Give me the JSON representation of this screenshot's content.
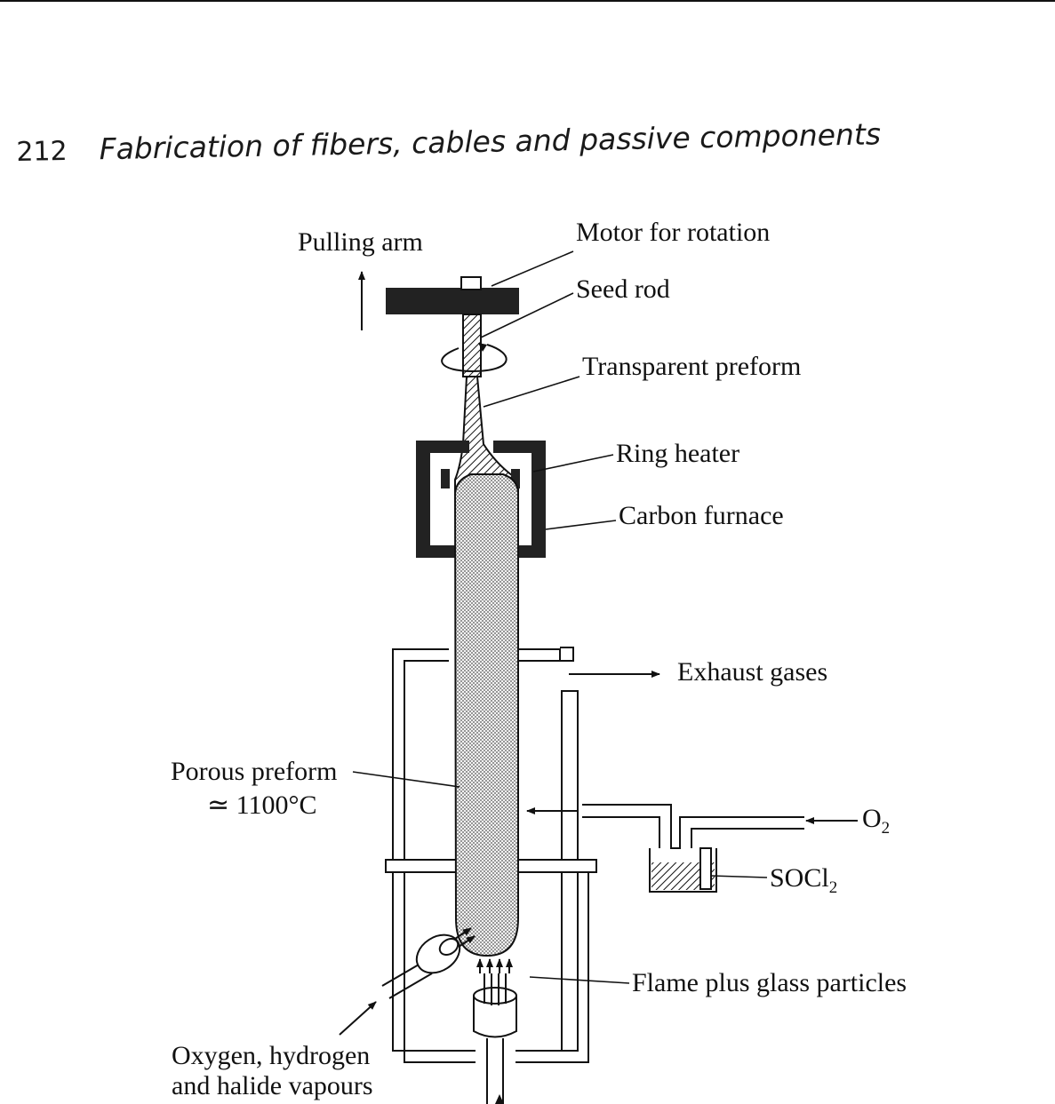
{
  "header": {
    "page_number": "212",
    "running_title": "Fabrication of fibers, cables and passive components"
  },
  "figure": {
    "labels": {
      "pulling_arm": "Pulling arm",
      "motor": "Motor for rotation",
      "seed_rod": "Seed rod",
      "transparent_preform": "Transparent preform",
      "ring_heater": "Ring heater",
      "carbon_furnace": "Carbon furnace",
      "exhaust_gases": "Exhaust gases",
      "porous_preform": "Porous preform",
      "temperature": "≃ 1100°C",
      "o2": "O",
      "o2_sub": "2",
      "socl2_main": "SOCl",
      "socl2_sub": "2",
      "flame": "Flame plus glass particles",
      "oxygen_line1": "Oxygen, hydrogen",
      "oxygen_line2": "and halide vapours"
    }
  }
}
